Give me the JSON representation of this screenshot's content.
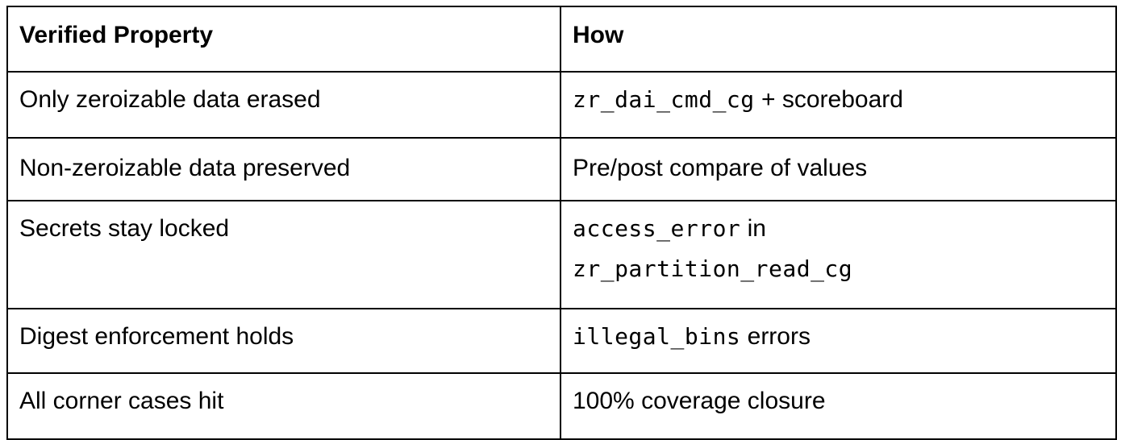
{
  "table": {
    "headers": {
      "property": "Verified Property",
      "how": "How"
    },
    "rows": [
      {
        "property": "Only zeroizable data erased",
        "how_code": "zr_dai_cmd_cg",
        "how_text": " + scoreboard"
      },
      {
        "property": "Non-zeroizable data preserved",
        "how_text": "Pre/post compare of values"
      },
      {
        "property": "Secrets stay locked",
        "how_code": "access_error",
        "how_text": " in",
        "how_code2": "zr_partition_read_cg"
      },
      {
        "property": "Digest enforcement holds",
        "how_code": "illegal_bins",
        "how_text": " errors"
      },
      {
        "property": "All corner cases hit",
        "how_text": "100% coverage closure"
      }
    ]
  }
}
